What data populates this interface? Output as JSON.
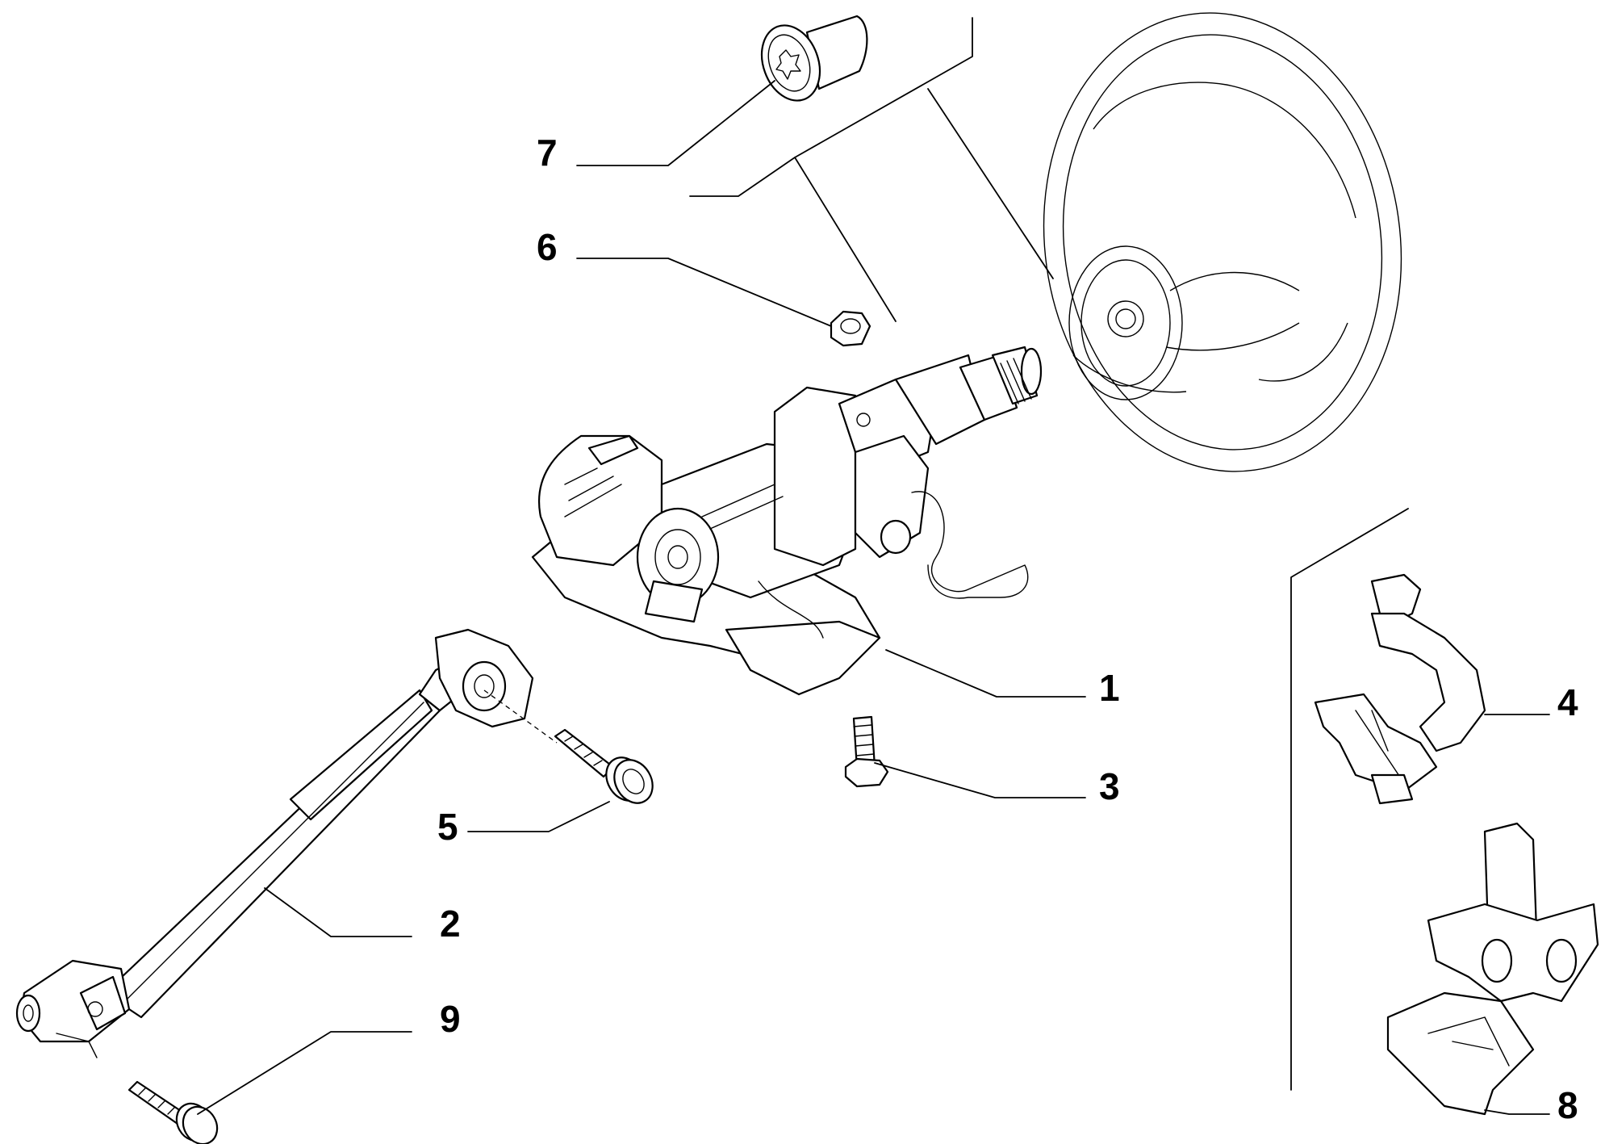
{
  "callouts": [
    {
      "id": "1",
      "text": "1",
      "part": "steering-column"
    },
    {
      "id": "2",
      "text": "2",
      "part": "intermediate-shaft"
    },
    {
      "id": "3",
      "text": "3",
      "part": "column-mounting-bolt"
    },
    {
      "id": "4",
      "text": "4",
      "part": "upper-clip-bracket"
    },
    {
      "id": "5",
      "text": "5",
      "part": "universal-joint-bolt"
    },
    {
      "id": "6",
      "text": "6",
      "part": "hex-nut"
    },
    {
      "id": "7",
      "text": "7",
      "part": "steering-wheel-screw"
    },
    {
      "id": "8",
      "text": "8",
      "part": "lower-clip-bracket"
    },
    {
      "id": "9",
      "text": "9",
      "part": "lower-joint-bolt"
    }
  ],
  "colors": {
    "line": "#000000",
    "background": "#ffffff"
  }
}
